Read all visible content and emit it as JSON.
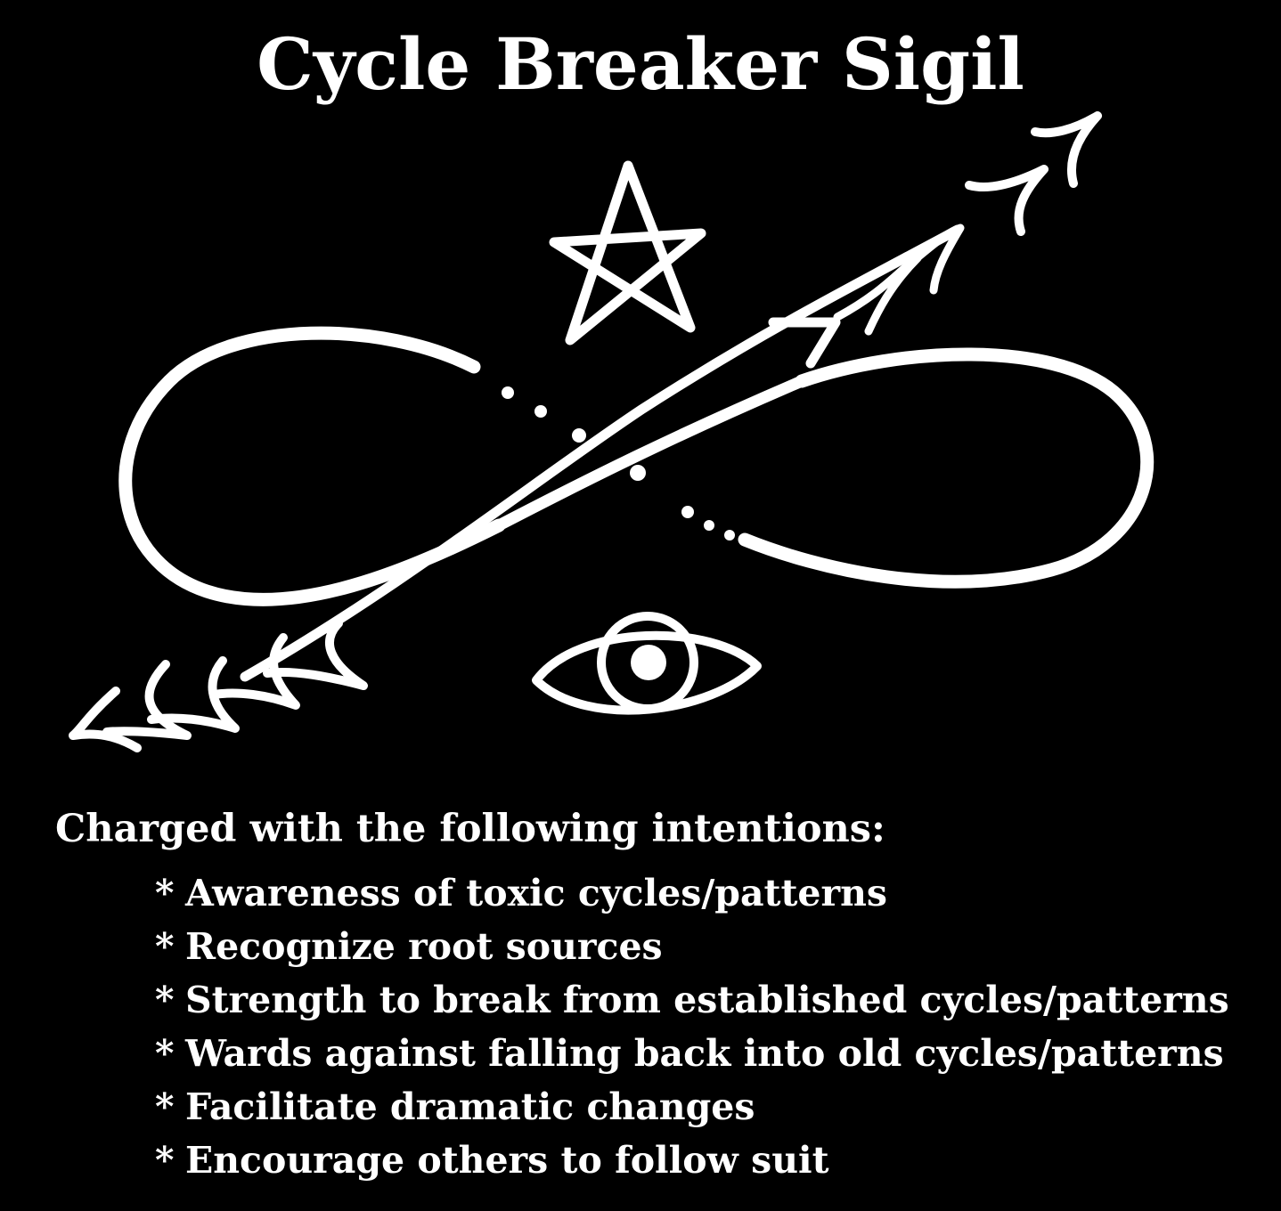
{
  "title": "Cycle Breaker Sigil",
  "heading": "Charged with the following intentions:",
  "bullet_marker": "*",
  "intentions": [
    "Awareness of toxic cycles/patterns",
    "Recognize root sources",
    "Strength to break from established cycles/patterns",
    "Wards against falling back into old cycles/patterns",
    "Facilitate dramatic changes",
    "Encourage others to follow suit"
  ],
  "icons": {
    "star": "pentagram-icon",
    "infinity": "infinity-icon",
    "arrow": "fletched-arrow-icon",
    "eye": "eye-icon"
  },
  "colors": {
    "background": "#000000",
    "foreground": "#ffffff"
  }
}
